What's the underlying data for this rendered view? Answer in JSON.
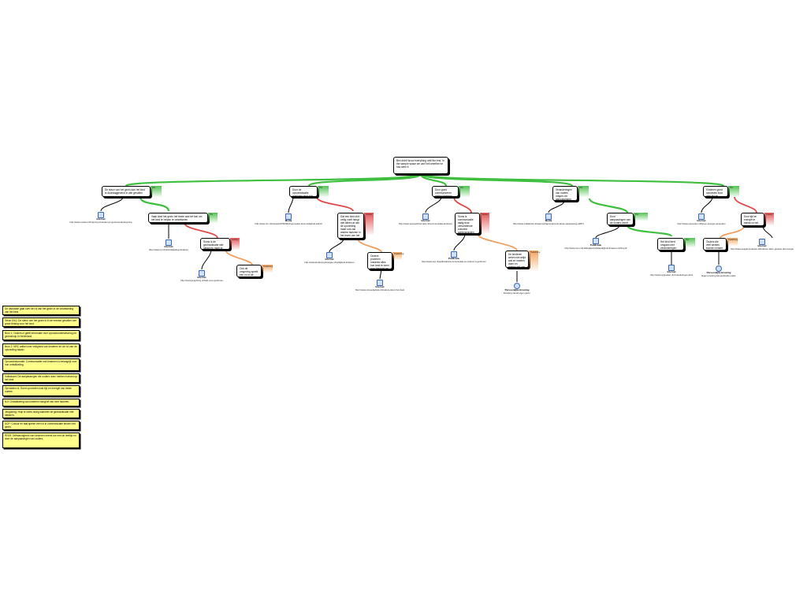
{
  "root": {
    "text": "Ben didn't know everything until the end. In the sample space we can't tell whether he has seen it"
  },
  "branches": [
    {
      "label": "De steun van het gezin aan het kind is doorslaggevend in alle gevallen",
      "tag": "Pro",
      "source": {
        "name": "Internet",
        "url": "http://www.ouders.nl/hulp-bij-opvoeden-en-gezinsondersteuning"
      }
    },
    {
      "label": "Door de opvoedsituatie voelt een kind zich veilig en verantwoordelijk",
      "tag": "Pro",
      "source": {
        "name": "Media",
        "url": "http://www.nrc.nl/nieuws/2015/03/12/opvoeden-kind-veiligheid-a1413"
      }
    },
    {
      "label": "Door goed communiceren weten kinderen wat er wordt verwacht",
      "tag": "Pro",
      "source": {
        "name": "Internet",
        "url": "http://www.opvoedinformatie.nl/communicatie-kinderen"
      }
    },
    {
      "label": "Veranderingen van ouders vragen om aanpassingen van kinderen",
      "tag": "Pro",
      "source": {
        "name": "Media",
        "url": "http://www.volkskrant.nl/wetenschap/ouders-kinderen-aanpassing-a3871"
      }
    },
    {
      "label": "Kinderen goed opvoeden kost veel tijd en energie",
      "tag": "Pro",
      "source": {
        "name": "Internet",
        "url": "http://www.opvoeden.nl/tijd-en-energie-opvoeden"
      }
    }
  ],
  "subnodes": [
    {
      "label": "Vaak doet het gezin het beste wat het kan om het kind te helpen te ontwikkelen",
      "tag": "Pro",
      "source": {
        "name": "Internet",
        "url": "http://www.nji.nl/nl/ontwikkeling-kinderen"
      }
    },
    {
      "label": "Soms is de gezinssituatie niet ideaal en moet er hulp worden gezocht",
      "tag": "Contra",
      "source": {
        "name": "Internet",
        "url": "http://www.jeugdzorg.nl/hulp-voor-gezinnen"
      }
    },
    {
      "label": "Ook de omgeving speelt een rol in de ontwikkeling",
      "tag": "Toelichting"
    },
    {
      "label": "Dat een kind zich veilig voelt hangt niet alleen af van de opvoeding maar ook van andere factoren in het leven van het kind",
      "tag": "Contra",
      "source": {
        "name": "Internet",
        "url": "http://www.kinderpsychologie.nl/veiligheid-kinderen"
      }
    },
    {
      "label": "Ouders proberen ondanks alles hun best te doen voor het kind en zijn zelf ook afhankelijk",
      "tag": "Toelichting",
      "source": {
        "name": "Internet",
        "url": "http://www.opvoedadvies.nl/ouders-doen-hun-best"
      }
    },
    {
      "label": "Soms is communicatie lastig door verschillende culturele achtergronden of taalbarrieres in het gezin",
      "tag": "Contra",
      "source": {
        "name": "Publicatie",
        "url": "http://www.scp.nl/publicaties/communicatie-en-cultuur-in-gezinnen"
      }
    },
    {
      "label": "De kinderen weten niet altijd wat ze moeten doen en vragen het aan de ouders",
      "tag": "Toelichting",
      "source": {
        "name": "Persoonlijke Ervaring",
        "url": "Ervaring vanuit eigen gezin"
      }
    },
    {
      "label": "Door aanpassingen van de ouders wordt het kind zelfstandiger",
      "tag": "Pro",
      "source": {
        "name": "Publicatie",
        "url": "http://www.rivm.nl/publicaties/zelfstandigheid-kinderen-2014.pdf"
      }
    },
    {
      "label": "Het kind leert omgaan met veranderingen",
      "tag": "Pro",
      "source": {
        "name": "Internet",
        "url": "http://www.opgroeien.nl/veranderingen-kind"
      }
    },
    {
      "label": "Door tijd en energie te steken in het kind groeit het op",
      "tag": "Contra",
      "source": {
        "name": "Internet",
        "url": "http://www.jeugdennetwerk.nl/kinderen-laten-groeien-tijd-energie"
      }
    },
    {
      "label": "Ouders die veel werken kunnen minder tijd besteden aan hun kinderen",
      "tag": "Toelichting",
      "source": {
        "name": "Persoonlijke Ervaring",
        "url": "Eigen ervaring als werkende ouder"
      }
    }
  ],
  "notes": [
    "De discussie gaat over de rol van het gezin in de ontwikkeling van het kind.",
    "Steun (NL): De steun van het gezin is in de meeste gevallen van groot belang voor het kind.",
    "Bron 1: Ouders.nl geeft informatie over opvoedondersteuning en gezinshulp in Nederland.",
    "Bron 2: NRC artikel over veiligheid van kinderen en de rol van de opvoeding daarin.",
    "Opvoedinformatie: Communicatie met kinderen is belangrijk voor hun ontwikkeling.",
    "Volkskrant: De aanpassingen die ouders doen hebben invloed op het kind.",
    "Opvoeden.nl: Goed opvoeden kost tijd en energie van beide ouders.",
    "NJI: Ontwikkeling van kinderen hangt af van veel factoren.",
    "Jeugdzorg: Hulp is soms nodig wanneer de gezinssituatie niet ideaal is.",
    "SCP: Cultuur en taal spelen een rol in communicatie binnen het gezin.",
    "RIVM: Zelfstandigheid van kinderen neemt toe met de leeftijd en door de aanpassingen van ouders."
  ]
}
